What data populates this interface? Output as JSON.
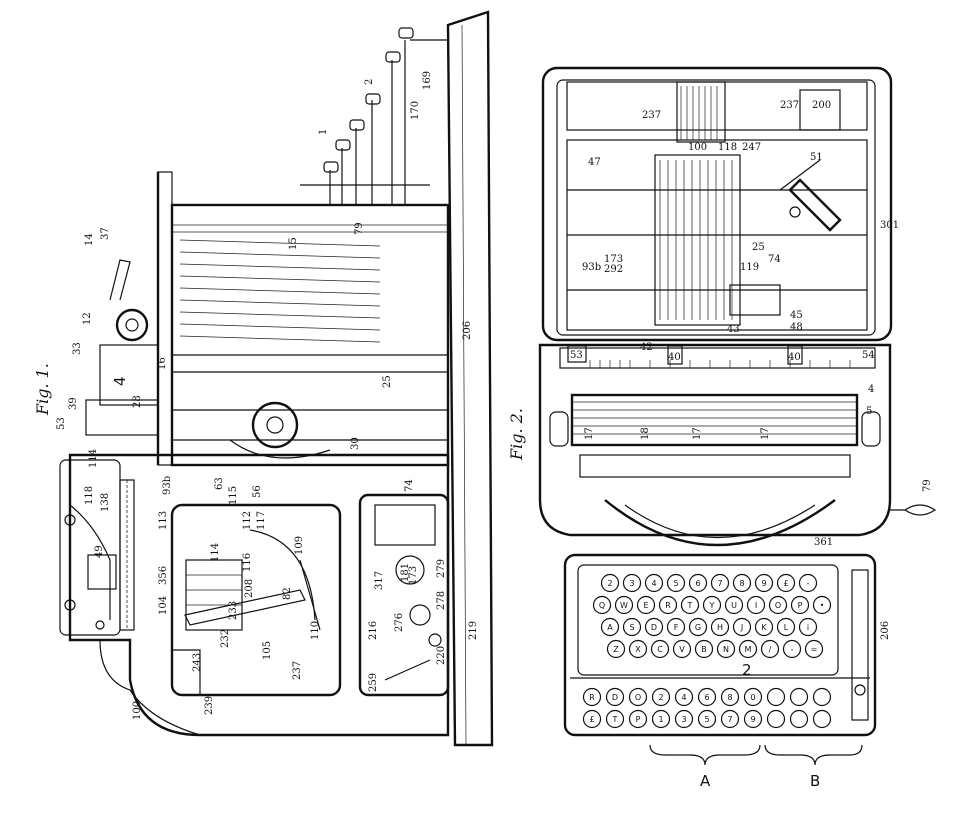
{
  "figures": {
    "fig1": {
      "caption": "Fig. 1.",
      "labels": [
        {
          "id": "14",
          "t": "14"
        },
        {
          "id": "37",
          "t": "37"
        },
        {
          "id": "12",
          "t": "12"
        },
        {
          "id": "33",
          "t": "33"
        },
        {
          "id": "4",
          "t": "4"
        },
        {
          "id": "39",
          "t": "39"
        },
        {
          "id": "53",
          "t": "53"
        },
        {
          "id": "16",
          "t": "16"
        },
        {
          "id": "28",
          "t": "28"
        },
        {
          "id": "15",
          "t": "15"
        },
        {
          "id": "79",
          "t": "79"
        },
        {
          "id": "1",
          "t": "1"
        },
        {
          "id": "2",
          "t": "2"
        },
        {
          "id": "169",
          "t": "169"
        },
        {
          "id": "170",
          "t": "170"
        },
        {
          "id": "206",
          "t": "206"
        },
        {
          "id": "25",
          "t": "25"
        },
        {
          "id": "30",
          "t": "30"
        },
        {
          "id": "114a",
          "t": "114"
        },
        {
          "id": "118",
          "t": "118"
        },
        {
          "id": "138",
          "t": "138"
        },
        {
          "id": "113",
          "t": "113"
        },
        {
          "id": "93b",
          "t": "93b"
        },
        {
          "id": "63",
          "t": "63"
        },
        {
          "id": "115",
          "t": "115"
        },
        {
          "id": "56",
          "t": "56"
        },
        {
          "id": "112",
          "t": "112"
        },
        {
          "id": "117",
          "t": "117"
        },
        {
          "id": "74",
          "t": "74"
        },
        {
          "id": "49",
          "t": "49"
        },
        {
          "id": "356",
          "t": "356"
        },
        {
          "id": "114b",
          "t": "114"
        },
        {
          "id": "116",
          "t": "116"
        },
        {
          "id": "109",
          "t": "109"
        },
        {
          "id": "82",
          "t": "82"
        },
        {
          "id": "104",
          "t": "104"
        },
        {
          "id": "208",
          "t": "208"
        },
        {
          "id": "233",
          "t": "233"
        },
        {
          "id": "232",
          "t": "232"
        },
        {
          "id": "105",
          "t": "105"
        },
        {
          "id": "110",
          "t": "110"
        },
        {
          "id": "237",
          "t": "237"
        },
        {
          "id": "317",
          "t": "317"
        },
        {
          "id": "181",
          "t": "181"
        },
        {
          "id": "173",
          "t": "173"
        },
        {
          "id": "279",
          "t": "279"
        },
        {
          "id": "278",
          "t": "278"
        },
        {
          "id": "219",
          "t": "219"
        },
        {
          "id": "216",
          "t": "216"
        },
        {
          "id": "276",
          "t": "276"
        },
        {
          "id": "220",
          "t": "220"
        },
        {
          "id": "259",
          "t": "259"
        },
        {
          "id": "243",
          "t": "243"
        },
        {
          "id": "239",
          "t": "239"
        },
        {
          "id": "100",
          "t": "100"
        }
      ]
    },
    "fig2": {
      "caption": "Fig. 2.",
      "labels": [
        {
          "id": "237a",
          "t": "237"
        },
        {
          "id": "100",
          "t": "100"
        },
        {
          "id": "118",
          "t": "118"
        },
        {
          "id": "247",
          "t": "247"
        },
        {
          "id": "237b",
          "t": "237"
        },
        {
          "id": "200",
          "t": "200"
        },
        {
          "id": "47",
          "t": "47"
        },
        {
          "id": "51",
          "t": "51"
        },
        {
          "id": "301",
          "t": "301"
        },
        {
          "id": "93b",
          "t": "93b"
        },
        {
          "id": "173",
          "t": "173"
        },
        {
          "id": "292",
          "t": "292"
        },
        {
          "id": "119",
          "t": "119"
        },
        {
          "id": "25",
          "t": "25"
        },
        {
          "id": "74",
          "t": "74"
        },
        {
          "id": "45",
          "t": "45"
        },
        {
          "id": "48",
          "t": "48"
        },
        {
          "id": "43",
          "t": "43"
        },
        {
          "id": "53",
          "t": "53"
        },
        {
          "id": "42",
          "t": "42"
        },
        {
          "id": "40a",
          "t": "40"
        },
        {
          "id": "40b",
          "t": "40"
        },
        {
          "id": "54",
          "t": "54"
        },
        {
          "id": "4",
          "t": "4"
        },
        {
          "id": "5",
          "t": "5"
        },
        {
          "id": "17a",
          "t": "17"
        },
        {
          "id": "18",
          "t": "18"
        },
        {
          "id": "17b",
          "t": "17"
        },
        {
          "id": "17c",
          "t": "17"
        },
        {
          "id": "79",
          "t": "79"
        },
        {
          "id": "361",
          "t": "361"
        },
        {
          "id": "206",
          "t": "206"
        },
        {
          "id": "2",
          "t": "2"
        },
        {
          "id": "A",
          "t": "A"
        },
        {
          "id": "B",
          "t": "B"
        }
      ],
      "keyboard_rows": [
        [
          "2",
          "3",
          "4",
          "5",
          "6",
          "7",
          "8",
          "9",
          "£",
          "-"
        ],
        [
          "Q",
          "W",
          "E",
          "R",
          "T",
          "Y",
          "U",
          "I",
          "O",
          "P",
          "•"
        ],
        [
          "A",
          "S",
          "D",
          "F",
          "G",
          "H",
          "J",
          "K",
          "L",
          "i"
        ],
        [
          "Z",
          "X",
          "C",
          "V",
          "B",
          "N",
          "M",
          "/",
          "-",
          "="
        ]
      ],
      "numpad_rows": [
        [
          "R",
          "D",
          "O",
          "2",
          "4",
          "6",
          "8",
          "0",
          "",
          "",
          ""
        ],
        [
          "£",
          "T",
          "P",
          "1",
          "3",
          "5",
          "7",
          "9",
          "",
          "",
          ""
        ]
      ]
    }
  }
}
